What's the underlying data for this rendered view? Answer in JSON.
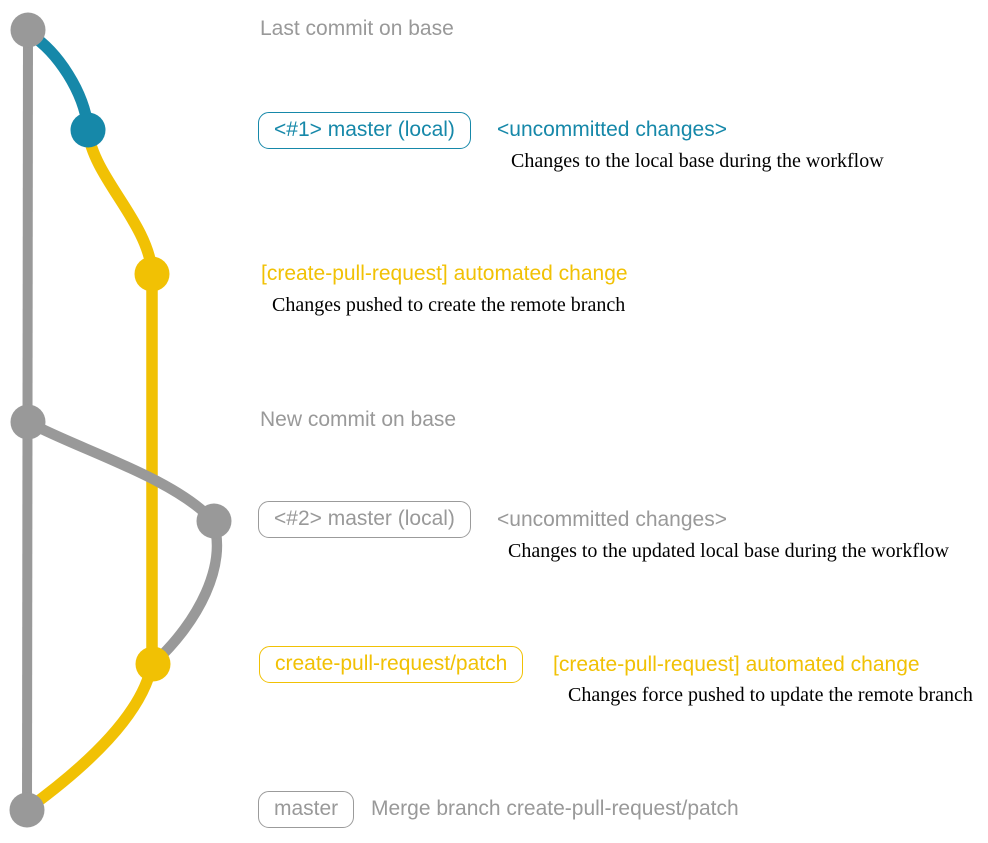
{
  "colors": {
    "gray": "#999999",
    "teal": "#1688a9",
    "yellow": "#f1c104",
    "caption_text": "#000000",
    "background": "#ffffff"
  },
  "rows": {
    "last_commit": {
      "label": "Last commit on base"
    },
    "local1": {
      "badge": "<#1> master (local)",
      "title": "<uncommitted changes>",
      "caption": "Changes to the local base during the workflow"
    },
    "auto1": {
      "title": "[create-pull-request] automated change",
      "caption": "Changes pushed to create the remote branch"
    },
    "new_commit": {
      "label": "New commit on base"
    },
    "local2": {
      "badge": "<#2> master (local)",
      "title": "<uncommitted changes>",
      "caption": "Changes to the updated local base during the workflow"
    },
    "auto2": {
      "badge": "create-pull-request/patch",
      "title": "[create-pull-request] automated change",
      "caption": "Changes force pushed to update the remote branch"
    },
    "merge": {
      "badge": "master",
      "label": "Merge branch create-pull-request/patch"
    }
  },
  "graph": {
    "branches": [
      {
        "name": "base",
        "color": "#999999"
      },
      {
        "name": "master-local",
        "color": "#1688a9"
      },
      {
        "name": "create-pull-request/patch",
        "color": "#f1c104"
      }
    ],
    "commits": [
      {
        "name": "last-commit-on-base",
        "branch": "base",
        "color": "#999999"
      },
      {
        "name": "master-local-1",
        "branch": "master-local",
        "color": "#1688a9"
      },
      {
        "name": "create-pull-request-automated-change-1",
        "branch": "create-pull-request/patch",
        "color": "#f1c104"
      },
      {
        "name": "new-commit-on-base",
        "branch": "base",
        "color": "#999999"
      },
      {
        "name": "master-local-2",
        "branch": "master-local",
        "color": "#999999"
      },
      {
        "name": "create-pull-request-automated-change-2",
        "branch": "create-pull-request/patch",
        "color": "#f1c104"
      },
      {
        "name": "merge-commit",
        "branch": "base",
        "color": "#999999"
      }
    ]
  }
}
